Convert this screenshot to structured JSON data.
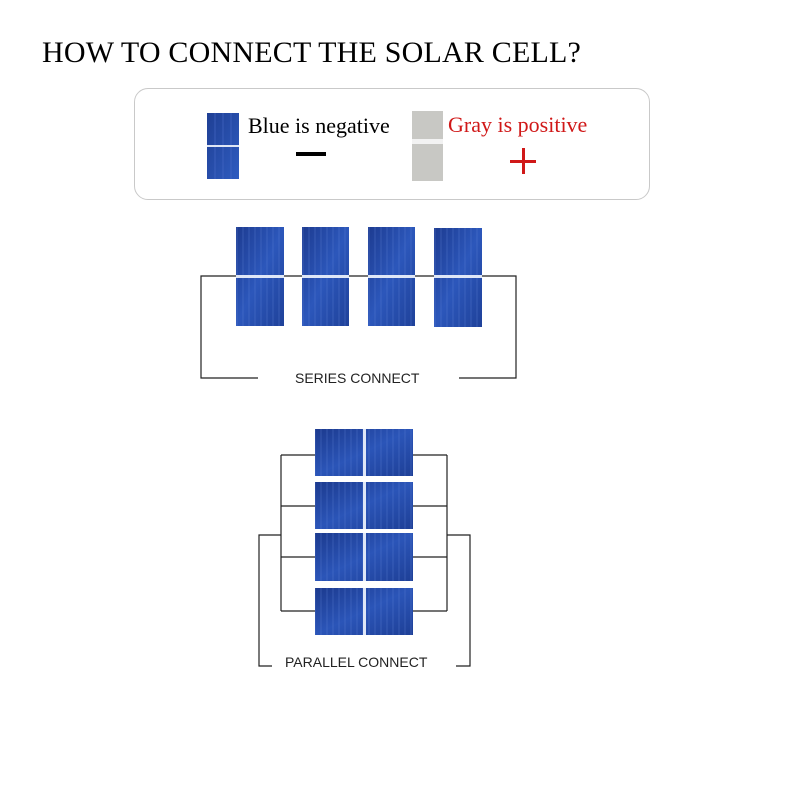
{
  "title": "HOW TO CONNECT THE SOLAR CELL?",
  "legend": {
    "negative_label": "Blue is negative",
    "negative_symbol": "−",
    "positive_label": "Gray is positive",
    "positive_symbol": "+",
    "colors": {
      "negative_cell": "#2a4ea8",
      "positive_cell": "#c9c9c5",
      "positive_text": "#d01818"
    }
  },
  "series": {
    "caption": "SERIES CONNECT",
    "cell_count": 4
  },
  "parallel": {
    "caption": "PARALLEL CONNECT",
    "cell_count": 4
  }
}
